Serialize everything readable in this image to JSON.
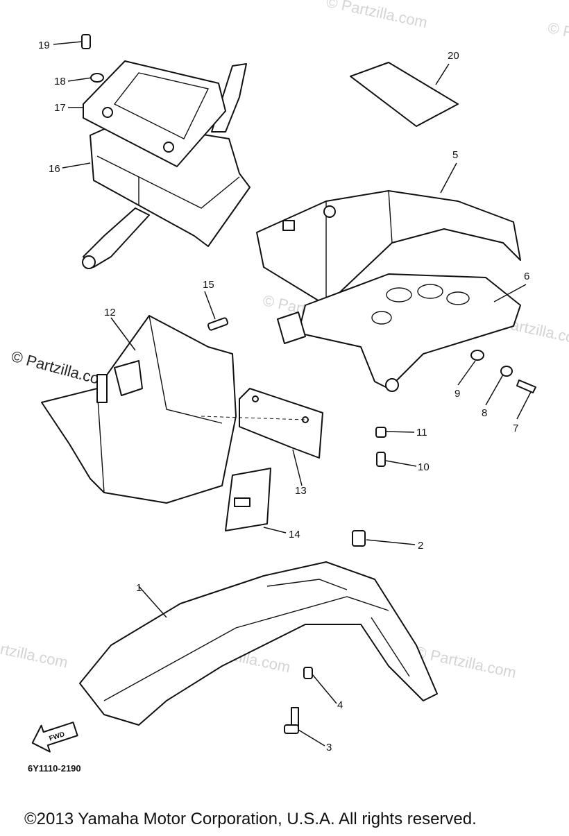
{
  "callouts": {
    "c1": "1",
    "c2": "2",
    "c3": "3",
    "c4": "4",
    "c5": "5",
    "c6": "6",
    "c7": "7",
    "c8": "8",
    "c9": "9",
    "c10": "10",
    "c11": "11",
    "c12": "12",
    "c13": "13",
    "c14": "14",
    "c15": "15",
    "c16": "16",
    "c17": "17",
    "c18": "18",
    "c19": "19",
    "c20": "20"
  },
  "watermark": "© Partzilla.com",
  "fwd_badge": "FWD",
  "diagram_code": "6Y1110-2190",
  "copyright": "©2013 Yamaha Motor Corporation, U.S.A. All rights reserved."
}
